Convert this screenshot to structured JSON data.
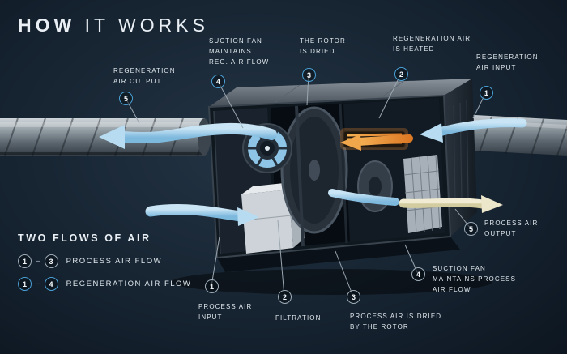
{
  "title": {
    "strong": "HOW",
    "rest": "IT WORKS"
  },
  "colors": {
    "background": "#182634",
    "accent_blue": "#4aa0d6",
    "badge_gray": "#9fadb8",
    "text": "#dfe7ed",
    "heater_orange": "#e8953a",
    "arrow_blue": "#a9d4ec",
    "arrow_cream": "#e6e0c2"
  },
  "callouts": [
    {
      "id": "regeneration-air-output",
      "number": "5",
      "label": "REGENERATION\nAIR OUTPUT",
      "flow": "regeneration"
    },
    {
      "id": "suction-fan-reg",
      "number": "4",
      "label": "SUCTION FAN\nMAINTAINS\nREG. AIR FLOW",
      "flow": "regeneration"
    },
    {
      "id": "rotor-is-dried",
      "number": "3",
      "label": "THE ROTOR\nIS DRIED",
      "flow": "regeneration"
    },
    {
      "id": "regeneration-air-heated",
      "number": "2",
      "label": "REGENERATION AIR\nIS HEATED",
      "flow": "regeneration"
    },
    {
      "id": "regeneration-air-input",
      "number": "1",
      "label": "REGENERATION\nAIR INPUT",
      "flow": "regeneration"
    },
    {
      "id": "process-air-input",
      "number": "1",
      "label": "PROCESS AIR\nINPUT",
      "flow": "process"
    },
    {
      "id": "filtration",
      "number": "2",
      "label": "FILTRATION",
      "flow": "process"
    },
    {
      "id": "process-air-dried",
      "number": "3",
      "label": "PROCESS AIR IS DRIED\nBY THE ROTOR",
      "flow": "process"
    },
    {
      "id": "suction-fan-process",
      "number": "4",
      "label": "SUCTION FAN\nMAINTAINS PROCESS\nAIR FLOW",
      "flow": "process"
    },
    {
      "id": "process-air-output",
      "number": "5",
      "label": "PROCESS AIR\nOUTPUT",
      "flow": "process"
    }
  ],
  "legend": {
    "title": "TWO FLOWS OF AIR",
    "rows": [
      {
        "from": "1",
        "separator": "–",
        "to": "3",
        "label": "PROCESS AIR FLOW",
        "flow": "process"
      },
      {
        "from": "1",
        "separator": "–",
        "to": "4",
        "label": "REGENERATION AIR FLOW",
        "flow": "regeneration"
      }
    ]
  }
}
